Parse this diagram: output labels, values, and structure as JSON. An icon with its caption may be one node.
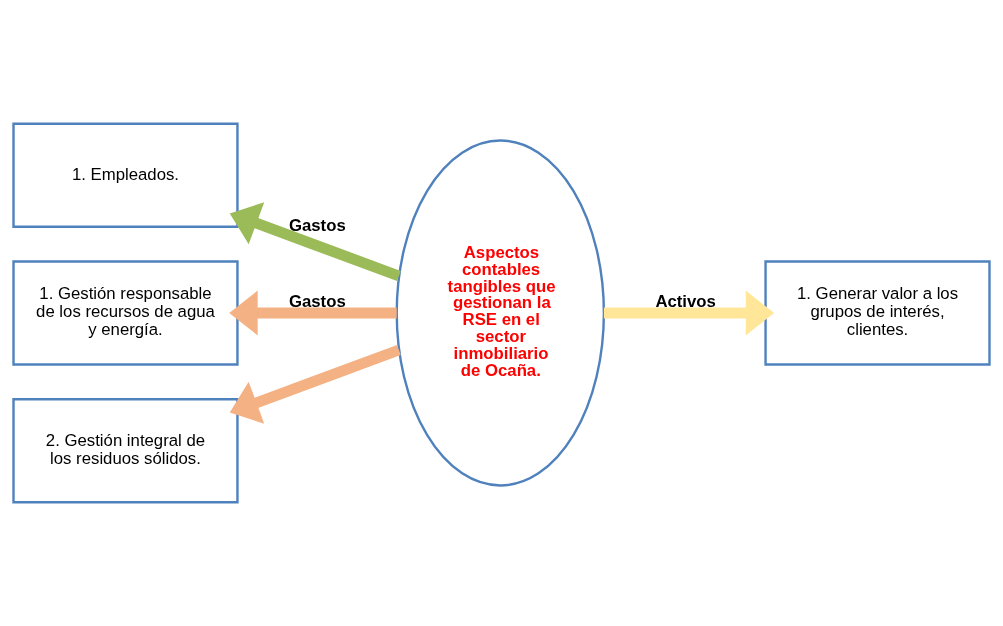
{
  "diagram": {
    "nodes": [
      {
        "text": [
          "Aspectos contables tangibles que gestionan la RSE en el sector inmobiliario de Ocaña."
        ]
      },
      {
        "text": [
          "1. Empleados."
        ]
      },
      {
        "text": [
          "1. Gestión responsable de los recursos de agua y energía."
        ]
      },
      {
        "text": [
          "2. Gestión integral de los residuos sólidos."
        ]
      },
      {
        "text": [
          "1. Generar valor a los grupos de interés, clientes."
        ]
      }
    ],
    "edges": [
      {
        "from": 0,
        "to": 1,
        "arrow": "to",
        "label": "Gastos",
        "color": "#9bbb59"
      },
      {
        "from": 0,
        "to": 2,
        "arrow": "to",
        "label": "Gastos",
        "color": "#f4b183"
      },
      {
        "from": 0,
        "to": 3,
        "arrow": "to",
        "color": "#f4b183"
      },
      {
        "from": 0,
        "to": 4,
        "arrow": "to",
        "label": "Activos",
        "color": "#ffe699"
      }
    ]
  }
}
